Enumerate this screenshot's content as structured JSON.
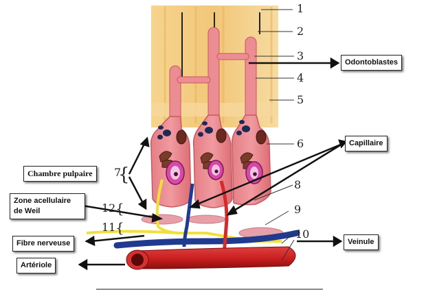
{
  "callouts": {
    "odontoblasts": "Odontoblastes",
    "capillary": "Capillaire",
    "pulp_chamber": "Chambre pulpaire",
    "weil_zone": "Zone acellulaire de Weil",
    "nerve_fiber": "Fibre  nerveuse",
    "venule": "Veinule",
    "arteriole": "Artériole"
  },
  "numbers": [
    "1",
    "2",
    "3",
    "4",
    "5",
    "6",
    "7",
    "8",
    "9",
    "10",
    "11",
    "12"
  ],
  "colors": {
    "dentin": "#f1c77a",
    "cell_body": "#e9848a",
    "cell_outline": "#c65860",
    "nucleus": "#d64aa6",
    "organelle_dark": "#1c2a55",
    "golgi": "#7a3b2b",
    "nerve": "#f1e03a",
    "venule": "#1f3a8f",
    "arteriole": "#cc2222",
    "capillary_red": "#d42a2a"
  }
}
